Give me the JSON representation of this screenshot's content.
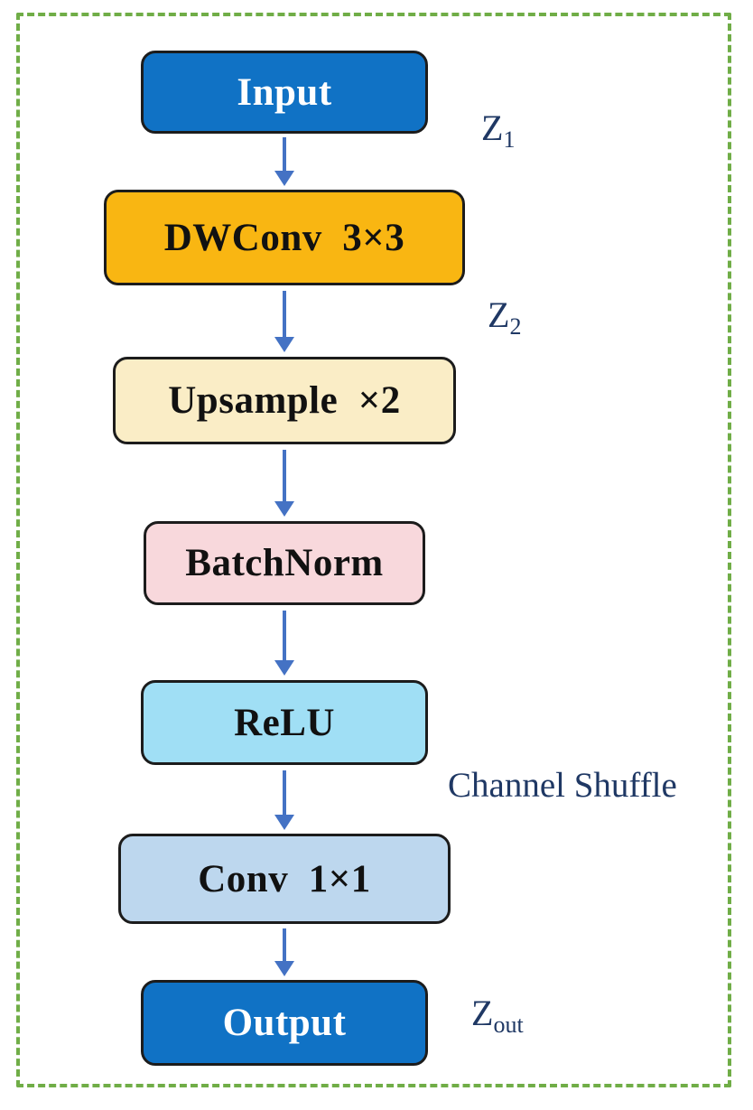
{
  "diagram": {
    "frame_border_color": "#70AD47",
    "node_border_color": "#1C1C1C",
    "arrow_color": "#4472C4",
    "annotation_text_color": "#1F3864"
  },
  "nodes": [
    {
      "label": "Input",
      "fill": "#1072C5",
      "text_color": "#FFFFFF"
    },
    {
      "label": "DWConv  3×3",
      "fill": "#F9B612",
      "text_color": "#111111"
    },
    {
      "label": "Upsample  ×2",
      "fill": "#FAEDC6",
      "text_color": "#111111"
    },
    {
      "label": "BatchNorm",
      "fill": "#F8D8DC",
      "text_color": "#111111"
    },
    {
      "label": "ReLU",
      "fill": "#A0DFF5",
      "text_color": "#111111"
    },
    {
      "label": "Conv  1×1",
      "fill": "#BDD7EE",
      "text_color": "#111111"
    },
    {
      "label": "Output",
      "fill": "#1072C5",
      "text_color": "#FFFFFF"
    }
  ],
  "annotations": {
    "z1": {
      "base": "Z",
      "sub": "1"
    },
    "z2": {
      "base": "Z",
      "sub": "2"
    },
    "channel_shuffle": "Channel Shuffle",
    "zout": {
      "base": "Z",
      "sub": "out"
    }
  }
}
